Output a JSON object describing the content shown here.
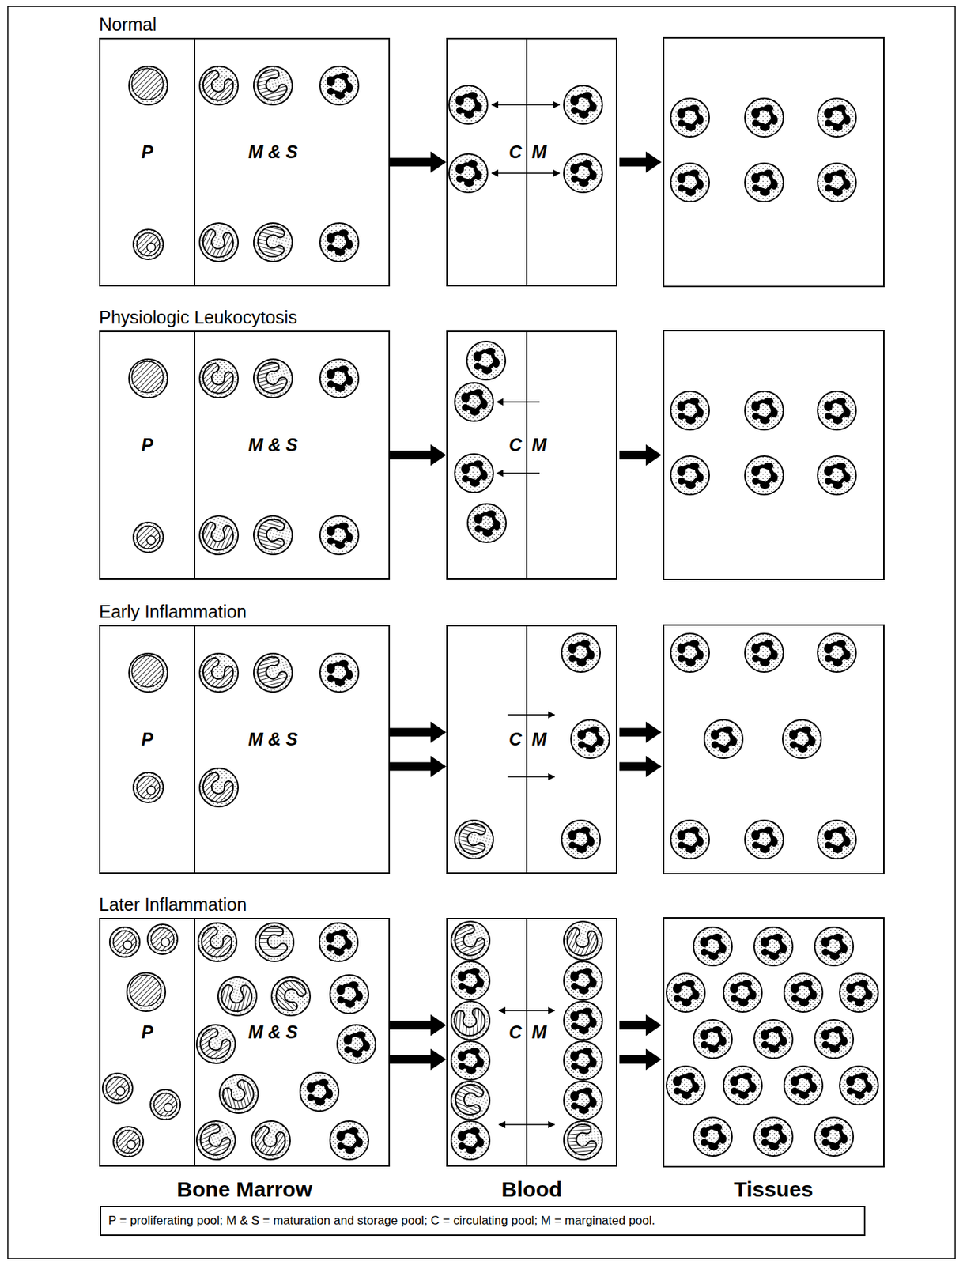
{
  "diagram": {
    "caption": "P = proliferating pool; M & S = maturation and storage pool; C = circulating pool; M = marginated pool.",
    "nodes": [
      {
        "text": [
          "Normal"
        ]
      },
      {
        "text": [
          "P"
        ],
        "in": 0
      },
      {
        "text": [
          "M & S"
        ],
        "in": 0
      },
      {
        "text": [
          "C"
        ]
      },
      {
        "text": [
          "M"
        ]
      },
      {
        "text": [
          "Physiologic Leukocytosis"
        ]
      },
      {
        "text": [
          "P"
        ],
        "in": 5
      },
      {
        "text": [
          "M & S"
        ],
        "in": 5
      },
      {
        "text": [
          "C"
        ]
      },
      {
        "text": [
          "M"
        ]
      },
      {
        "text": [
          "Early Inflammation"
        ]
      },
      {
        "text": [
          "P"
        ],
        "in": 10
      },
      {
        "text": [
          "M & S"
        ],
        "in": 10
      },
      {
        "text": [
          "C"
        ]
      },
      {
        "text": [
          "M"
        ]
      },
      {
        "text": [
          "Later Inflammation"
        ]
      },
      {
        "text": [
          "P"
        ],
        "in": 15
      },
      {
        "text": [
          "M & S"
        ],
        "in": 15
      },
      {
        "text": [
          "C"
        ]
      },
      {
        "text": [
          "M"
        ]
      }
    ],
    "edges": [
      {
        "from": 0,
        "to": 3,
        "arrow": "to"
      },
      {
        "from": 5,
        "to": 8,
        "arrow": "to"
      },
      {
        "from": 10,
        "to": 13,
        "arrow": "to"
      },
      {
        "from": 10,
        "to": 13,
        "arrow": "to"
      },
      {
        "from": 15,
        "to": 18,
        "arrow": "to"
      },
      {
        "from": 15,
        "to": 18,
        "arrow": "to"
      }
    ],
    "labels": [
      "Bone Marrow",
      "Blood",
      "Tissues"
    ]
  }
}
